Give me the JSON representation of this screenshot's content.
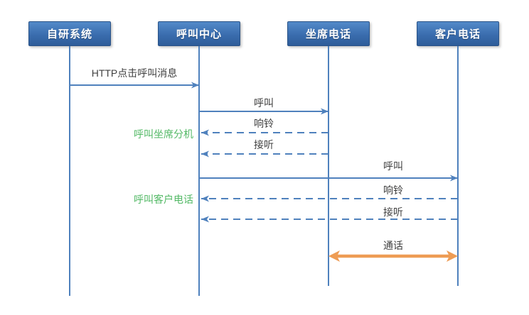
{
  "diagram_type": "sequence-diagram",
  "colors": {
    "line_blue": "#4F81BD",
    "box_gradient_top": "#538AC9",
    "box_gradient_bottom": "#2E5C99",
    "box_border": "#2A5387",
    "box_text": "#FFFFFF",
    "message_text": "#3F3F3F",
    "annotation_green": "#53B966",
    "talk_orange": "#EE9C54",
    "background": "#FFFFFF"
  },
  "actors": [
    {
      "name": "自研系统"
    },
    {
      "name": "呼叫中心"
    },
    {
      "name": "坐席电话"
    },
    {
      "name": "客户电话"
    }
  ],
  "messages": [
    {
      "label": "HTTP点击呼叫消息",
      "from": "自研系统",
      "to": "呼叫中心",
      "line": "solid"
    },
    {
      "label": "呼叫",
      "from": "呼叫中心",
      "to": "坐席电话",
      "line": "solid"
    },
    {
      "label": "响铃",
      "from": "坐席电话",
      "to": "呼叫中心",
      "line": "dashed"
    },
    {
      "label": "接听",
      "from": "坐席电话",
      "to": "呼叫中心",
      "line": "dashed"
    },
    {
      "label": "呼叫",
      "from": "呼叫中心",
      "to": "客户电话",
      "line": "solid"
    },
    {
      "label": "响铃",
      "from": "客户电话",
      "to": "呼叫中心",
      "line": "dashed"
    },
    {
      "label": "接听",
      "from": "客户电话",
      "to": "呼叫中心",
      "line": "dashed"
    },
    {
      "label": "通话",
      "from": "坐席电话",
      "to": "客户电话",
      "line": "double-arrow-orange"
    }
  ],
  "annotations": [
    {
      "label": "呼叫坐席分机"
    },
    {
      "label": "呼叫客户电话"
    }
  ]
}
